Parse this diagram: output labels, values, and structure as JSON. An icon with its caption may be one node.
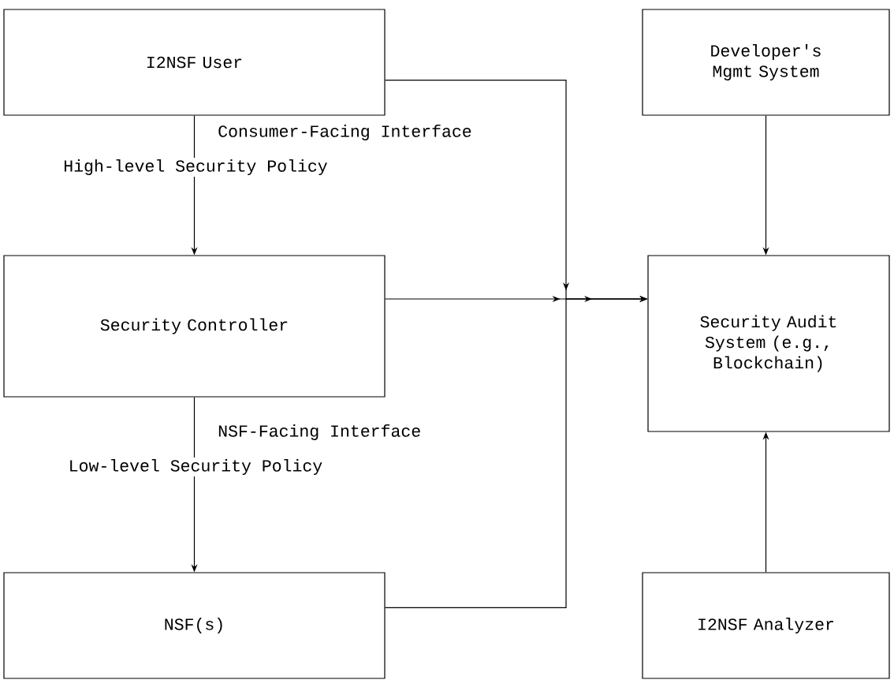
{
  "diagram": {
    "nodes": [
      {
        "text": [
          "I2NSF User"
        ]
      },
      {
        "text": [
          "Developer's Mgmt System"
        ]
      },
      {
        "text": [
          "Security Controller"
        ]
      },
      {
        "text": [
          "Security Audit System (e.g., Blockchain)"
        ]
      },
      {
        "text": [
          "NSF(s)"
        ]
      },
      {
        "text": [
          "I2NSF Analyzer"
        ]
      }
    ],
    "edges": [
      {
        "from": 0,
        "to": 2,
        "arrow": "to",
        "label": "High-level Security Policy"
      },
      {
        "from": 2,
        "to": 4,
        "arrow": "to",
        "label": "Low-level Security Policy"
      },
      {
        "from": 1,
        "to": 3,
        "arrow": "to"
      },
      {
        "from": 0,
        "to": 3,
        "arrow": "to"
      },
      {
        "from": 2,
        "to": 3,
        "arrow": "to"
      },
      {
        "from": 4,
        "to": 3,
        "arrow": "to"
      },
      {
        "from": 5,
        "to": 3,
        "arrow": "to"
      }
    ],
    "labels": [
      "Consumer-Facing Interface",
      "NSF-Facing Interface"
    ]
  }
}
